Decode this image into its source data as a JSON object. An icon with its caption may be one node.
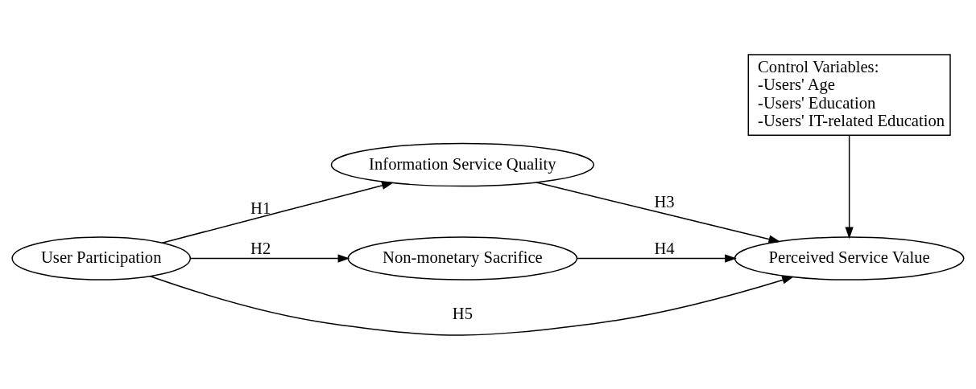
{
  "diagram": {
    "nodes": [
      {
        "text": [
          "User Participation"
        ]
      },
      {
        "text": [
          "Information Service Quality"
        ]
      },
      {
        "text": [
          "Non-monetary Sacrifice"
        ]
      },
      {
        "text": [
          "Perceived Service Value"
        ]
      },
      {
        "text": [
          "Control Variables:",
          "-Users' Age",
          "-Users' Education",
          "-Users' IT-related Education"
        ]
      }
    ],
    "edges": [
      {
        "from": 0,
        "to": 1,
        "arrow": "to",
        "label": "H1"
      },
      {
        "from": 0,
        "to": 2,
        "arrow": "to",
        "label": "H2"
      },
      {
        "from": 1,
        "to": 3,
        "arrow": "to",
        "label": "H3"
      },
      {
        "from": 2,
        "to": 3,
        "arrow": "to",
        "label": "H4"
      },
      {
        "from": 0,
        "to": 3,
        "arrow": "to",
        "label": "H5"
      },
      {
        "from": 4,
        "to": 3,
        "arrow": "to"
      }
    ]
  }
}
